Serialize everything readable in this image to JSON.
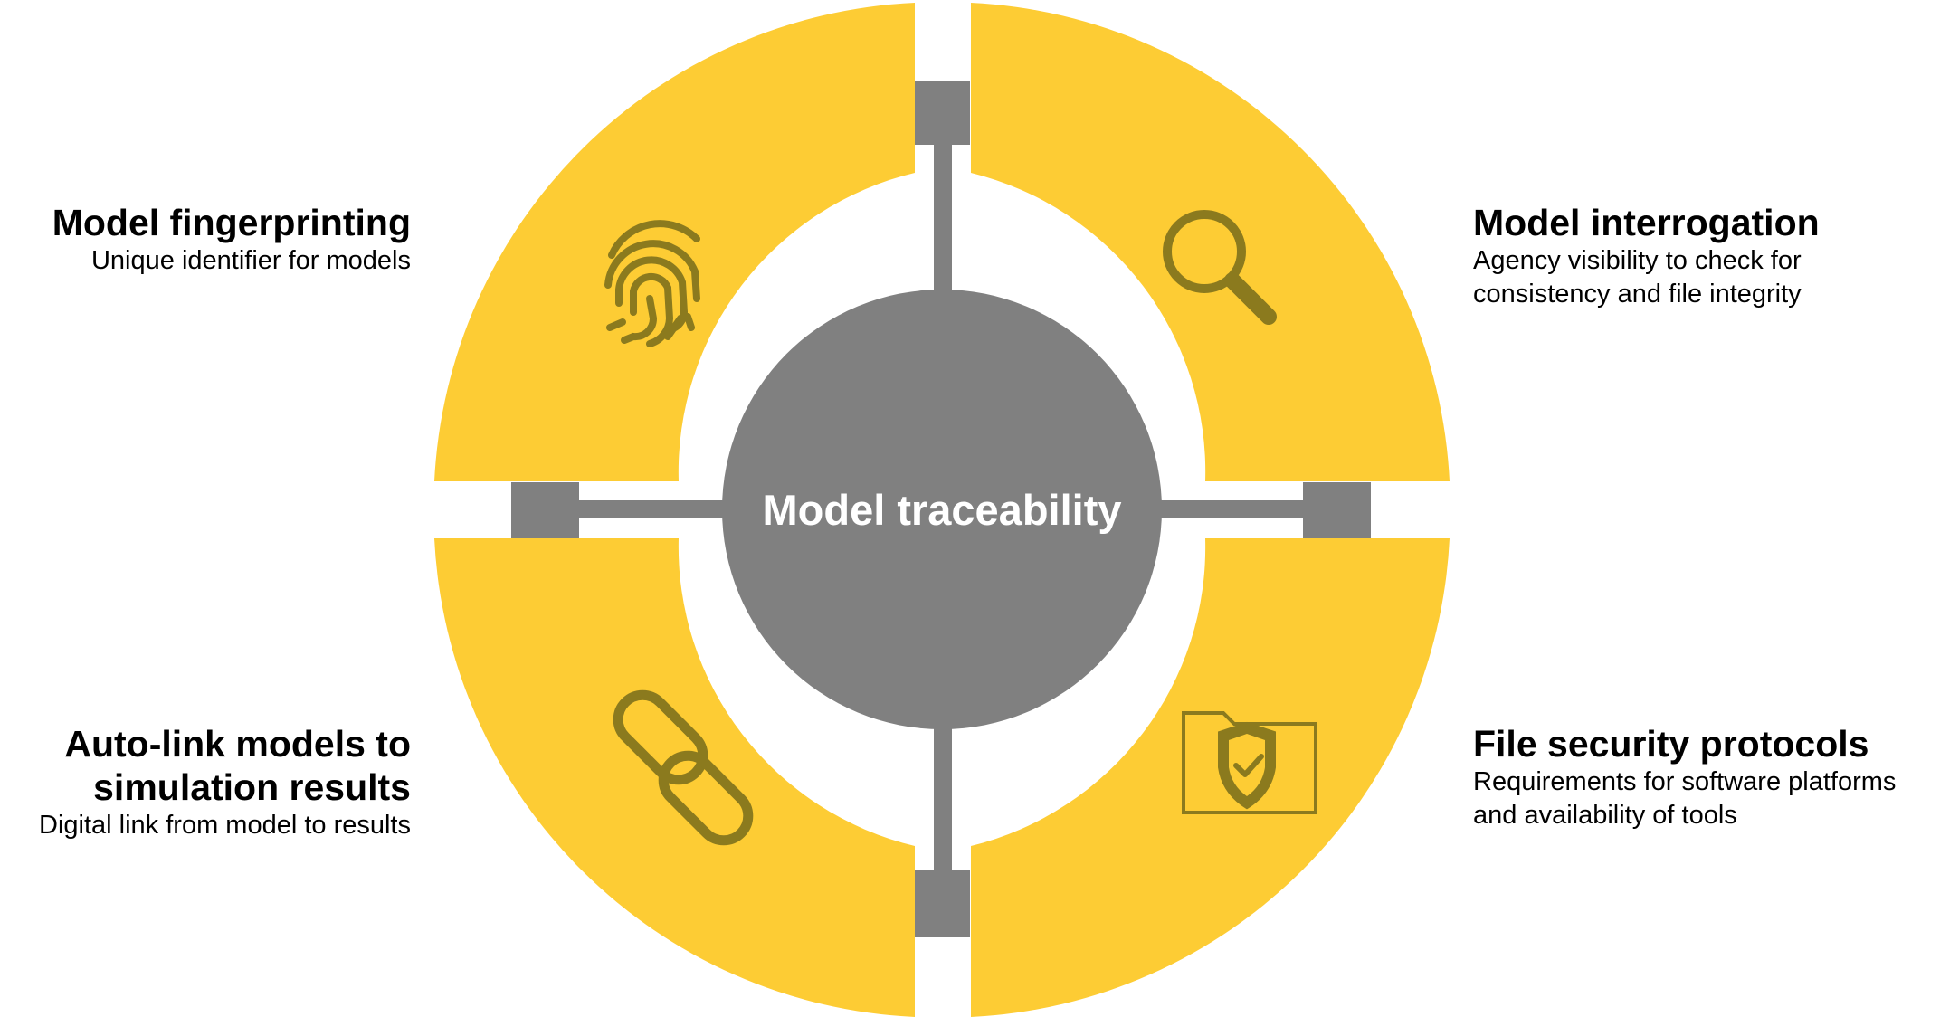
{
  "center": {
    "label": "Model traceability"
  },
  "colors": {
    "segment": "#FDCC34",
    "hub": "#808080",
    "icon": "#8B7A1E",
    "background": "#FFFFFF"
  },
  "quadrants": [
    {
      "id": "top-left",
      "icon": "fingerprint-icon",
      "title": "Model fingerprinting",
      "description": [
        "Unique identifier for models"
      ]
    },
    {
      "id": "top-right",
      "icon": "magnifier-icon",
      "title": "Model interrogation",
      "description": [
        "Agency visibility to check for",
        "consistency and file integrity"
      ]
    },
    {
      "id": "bottom-left",
      "icon": "chain-link-icon",
      "title": [
        "Auto-link models to",
        "simulation results"
      ],
      "description": [
        "Digital link from model to results"
      ]
    },
    {
      "id": "bottom-right",
      "icon": "shield-folder-icon",
      "title": "File security protocols",
      "description": [
        "Requirements for software platforms",
        "and availability of tools"
      ]
    }
  ]
}
